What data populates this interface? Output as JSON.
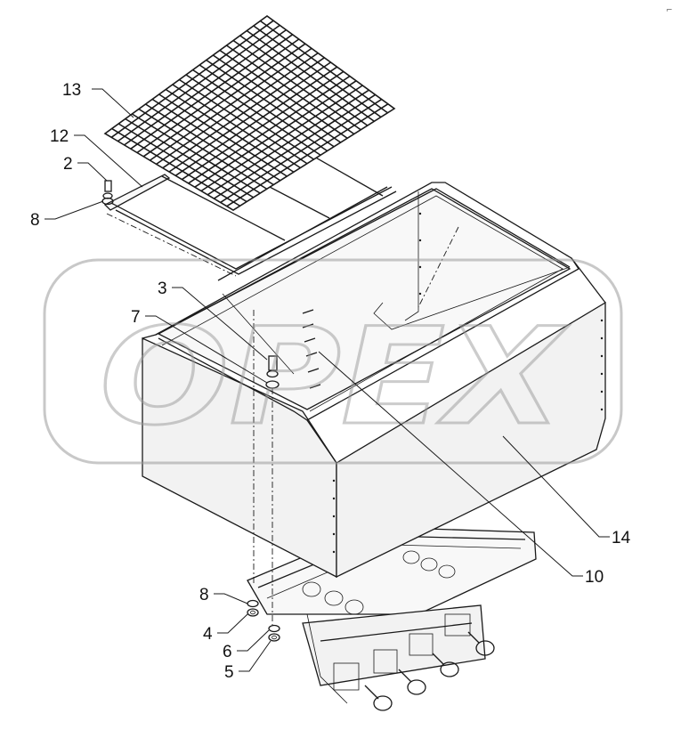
{
  "corner_mark": "⌐",
  "watermark": {
    "text": "OPEX",
    "color": "#9a9a9a"
  },
  "callouts": [
    {
      "id": "13",
      "label": "13"
    },
    {
      "id": "12",
      "label": "12"
    },
    {
      "id": "2",
      "label": "2"
    },
    {
      "id": "8-top",
      "label": "8"
    },
    {
      "id": "3",
      "label": "3"
    },
    {
      "id": "7",
      "label": "7"
    },
    {
      "id": "14",
      "label": "14"
    },
    {
      "id": "10",
      "label": "10"
    },
    {
      "id": "8-bottom",
      "label": "8"
    },
    {
      "id": "4",
      "label": "4"
    },
    {
      "id": "6",
      "label": "6"
    },
    {
      "id": "5",
      "label": "5"
    }
  ]
}
